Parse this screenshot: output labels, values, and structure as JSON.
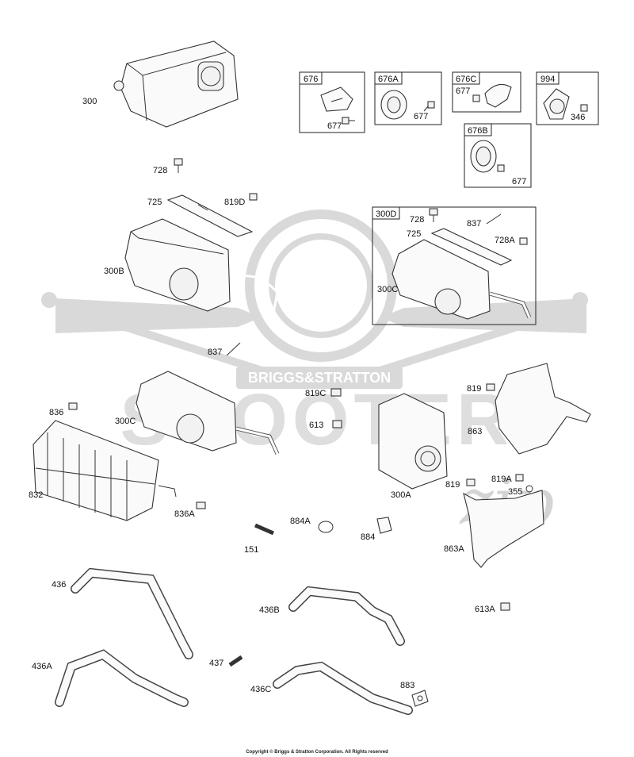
{
  "watermark": {
    "brand": "BRIGGS&STRATTON",
    "scooter": "SCOOTER",
    "zip": "zip"
  },
  "frames": {
    "f676": "676",
    "f676A": "676A",
    "f676C": "676C",
    "f994": "994",
    "f676B": "676B",
    "f300D": "300D"
  },
  "labels": {
    "l300": "300",
    "l677a": "677",
    "l677b": "677",
    "l677c": "677",
    "l677d": "677",
    "l346": "346",
    "l728": "728",
    "l725": "725",
    "l819D": "819D",
    "l300B": "300B",
    "l728b": "728",
    "l837a": "837",
    "l725b": "725",
    "l728A": "728A",
    "l300Ca": "300C",
    "l837b": "837",
    "l819C": "819C",
    "l613": "613",
    "l819a": "819",
    "l836": "836",
    "l300Cb": "300C",
    "l863": "863",
    "l832": "832",
    "l300A": "300A",
    "l819b": "819",
    "l819A": "819A",
    "l355": "355",
    "l836A": "836A",
    "l884A": "884A",
    "l884": "884",
    "l151": "151",
    "l863A": "863A",
    "l436": "436",
    "l436B": "436B",
    "l613A": "613A",
    "l437": "437",
    "l436A": "436A",
    "l436C": "436C",
    "l883": "883"
  },
  "copyright": "Copyright © Briggs & Stratton Corporation. All Rights reserved"
}
